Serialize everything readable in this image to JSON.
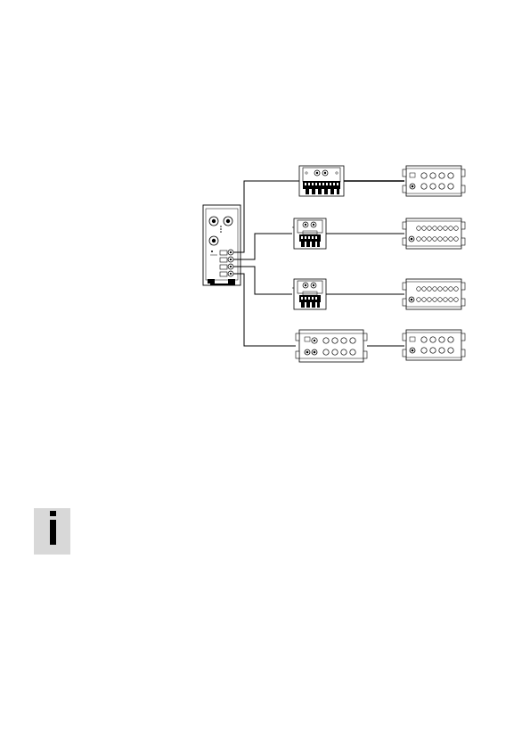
{
  "page": {
    "background": "#ffffff"
  },
  "diagram": {
    "line_color": "#000000",
    "controller": {
      "kind": "master-module"
    },
    "rows": [
      {
        "left": "io-module-double",
        "right": "expansion-module-8-port"
      },
      {
        "left": "io-module-single",
        "right": "expansion-module-16-port"
      },
      {
        "left": "io-module-single",
        "right": "expansion-module-16-port"
      },
      {
        "left": "io-module-8-port",
        "right": "expansion-module-8-port"
      }
    ]
  },
  "info_note": {
    "icon": "info-icon",
    "background": "#d8d8d8",
    "glyph_color": "#000000"
  }
}
